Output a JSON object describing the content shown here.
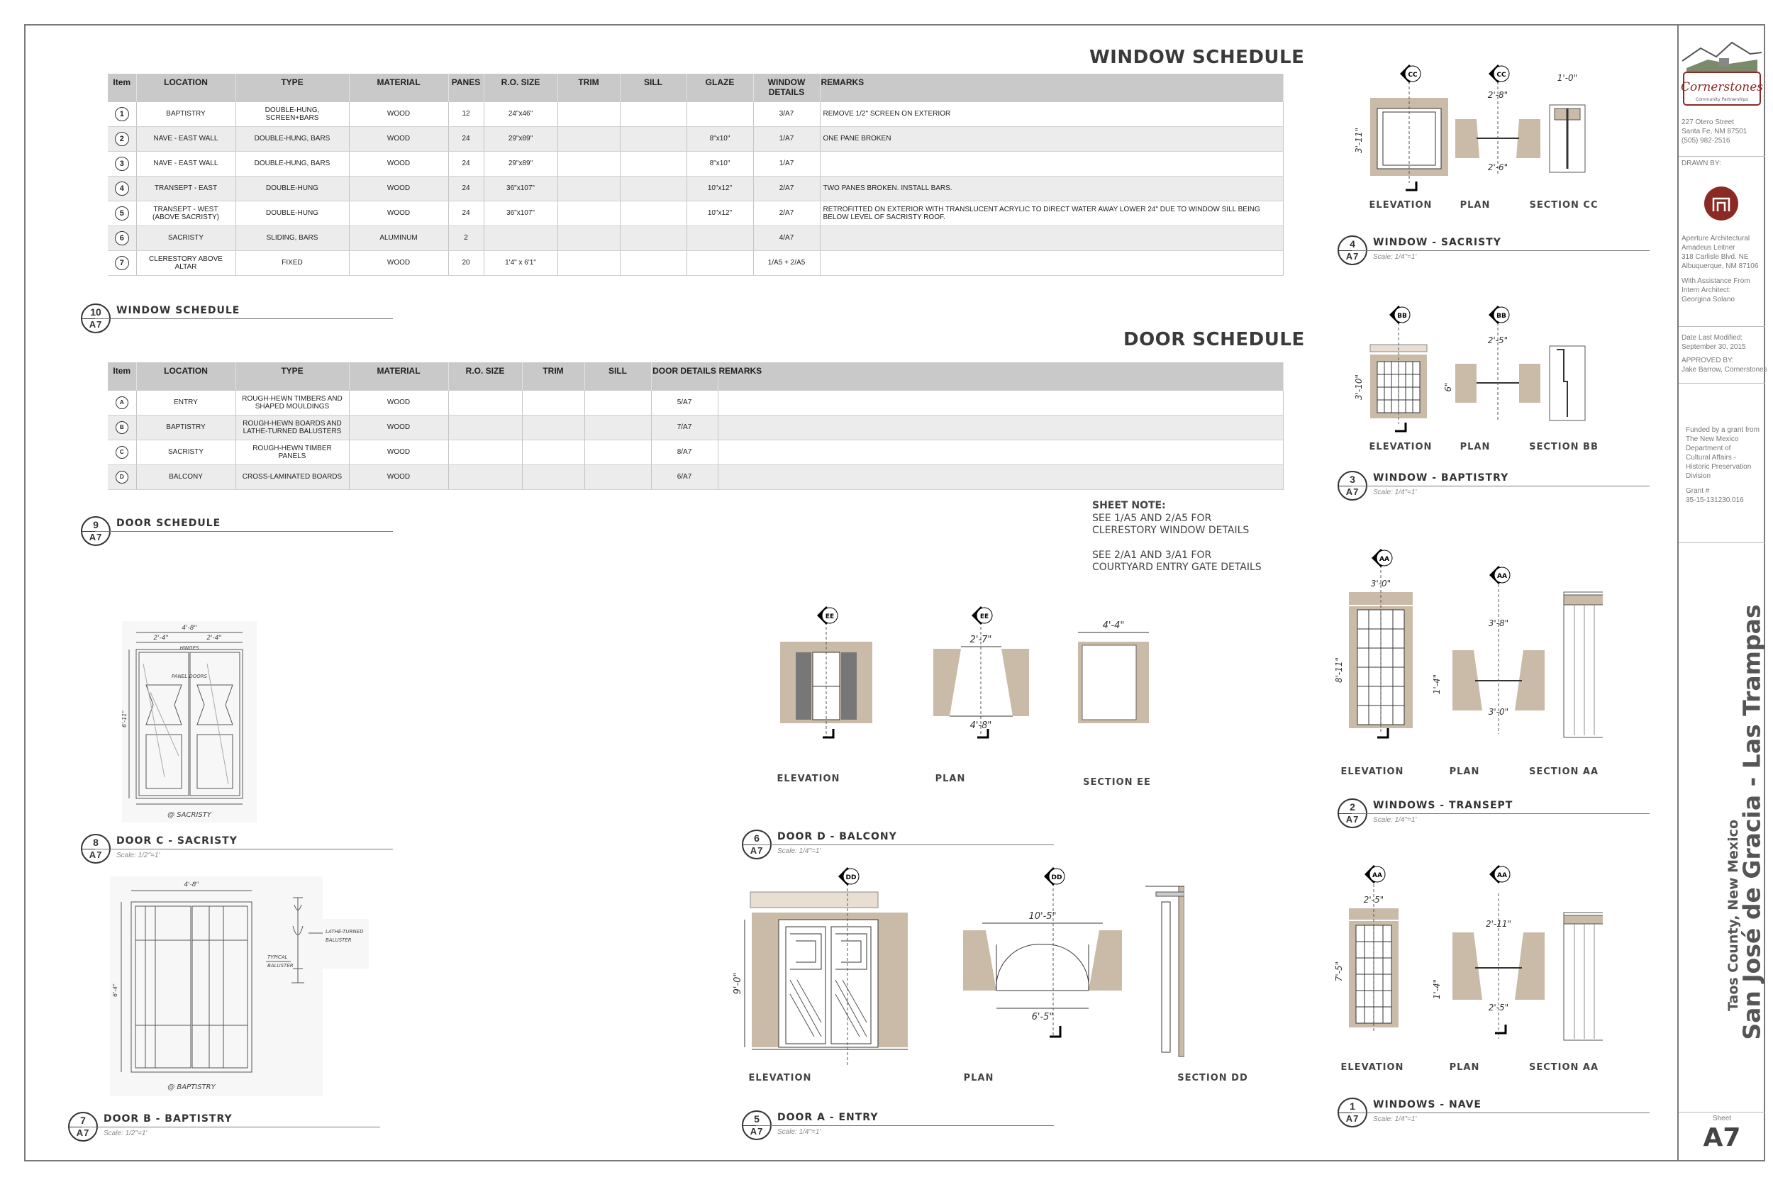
{
  "window_schedule": {
    "title": "WINDOW SCHEDULE",
    "headers": [
      "Item",
      "LOCATION",
      "TYPE",
      "MATERIAL",
      "PANES",
      "R.O. SIZE",
      "TRIM",
      "SILL",
      "GLAZE",
      "WINDOW DETAILS",
      "REMARKS"
    ],
    "rows": [
      {
        "item": "1",
        "location": "BAPTISTRY",
        "type": "DOUBLE-HUNG, SCREEN+BARS",
        "material": "WOOD",
        "panes": "12",
        "ro": "24\"x46\"",
        "trim": "",
        "sill": "",
        "glaze": "",
        "details": "3/A7",
        "remarks": "REMOVE 1/2\" SCREEN ON EXTERIOR"
      },
      {
        "item": "2",
        "location": "NAVE - EAST WALL",
        "type": "DOUBLE-HUNG, BARS",
        "material": "WOOD",
        "panes": "24",
        "ro": "29\"x89\"",
        "trim": "",
        "sill": "",
        "glaze": "8\"x10\"",
        "details": "1/A7",
        "remarks": "ONE PANE BROKEN"
      },
      {
        "item": "3",
        "location": "NAVE - EAST WALL",
        "type": "DOUBLE-HUNG, BARS",
        "material": "WOOD",
        "panes": "24",
        "ro": "29\"x89\"",
        "trim": "",
        "sill": "",
        "glaze": "8\"x10\"",
        "details": "1/A7",
        "remarks": ""
      },
      {
        "item": "4",
        "location": "TRANSEPT - EAST",
        "type": "DOUBLE-HUNG",
        "material": "WOOD",
        "panes": "24",
        "ro": "36\"x107\"",
        "trim": "",
        "sill": "",
        "glaze": "10\"x12\"",
        "details": "2/A7",
        "remarks": "TWO PANES BROKEN. INSTALL BARS."
      },
      {
        "item": "5",
        "location": "TRANSEPT - WEST (ABOVE SACRISTY)",
        "type": "DOUBLE-HUNG",
        "material": "WOOD",
        "panes": "24",
        "ro": "36\"x107\"",
        "trim": "",
        "sill": "",
        "glaze": "10\"x12\"",
        "details": "2/A7",
        "remarks": "RETROFITTED ON EXTERIOR WITH TRANSLUCENT ACRYLIC TO DIRECT WATER AWAY LOWER 24\" DUE TO WINDOW SILL BEING BELOW LEVEL OF SACRISTY ROOF."
      },
      {
        "item": "6",
        "location": "SACRISTY",
        "type": "SLIDING, BARS",
        "material": "ALUMINUM",
        "panes": "2",
        "ro": "",
        "trim": "",
        "sill": "",
        "glaze": "",
        "details": "4/A7",
        "remarks": ""
      },
      {
        "item": "7",
        "location": "CLERESTORY ABOVE ALTAR",
        "type": "FIXED",
        "material": "WOOD",
        "panes": "20",
        "ro": "1'4\" x 6'1\"",
        "trim": "",
        "sill": "",
        "glaze": "",
        "details": "1/A5 + 2/A5",
        "remarks": ""
      }
    ]
  },
  "door_schedule": {
    "title": "DOOR SCHEDULE",
    "headers": [
      "Item",
      "LOCATION",
      "TYPE",
      "MATERIAL",
      "R.O. SIZE",
      "TRIM",
      "SILL",
      "DOOR DETAILS",
      "REMARKS"
    ],
    "rows": [
      {
        "item": "A",
        "location": "ENTRY",
        "type": "ROUGH-HEWN TIMBERS AND SHAPED MOULDINGS",
        "material": "WOOD",
        "ro": "",
        "trim": "",
        "sill": "",
        "details": "5/A7",
        "remarks": ""
      },
      {
        "item": "B",
        "location": "BAPTISTRY",
        "type": "ROUGH-HEWN BOARDS AND LATHE-TURNED BALUSTERS",
        "material": "WOOD",
        "ro": "",
        "trim": "",
        "sill": "",
        "details": "7/A7",
        "remarks": ""
      },
      {
        "item": "C",
        "location": "SACRISTY",
        "type": "ROUGH-HEWN TIMBER PANELS",
        "material": "WOOD",
        "ro": "",
        "trim": "",
        "sill": "",
        "details": "8/A7",
        "remarks": ""
      },
      {
        "item": "D",
        "location": "BALCONY",
        "type": "CROSS-LAMINATED BOARDS",
        "material": "WOOD",
        "ro": "",
        "trim": "",
        "sill": "",
        "details": "6/A7",
        "remarks": ""
      }
    ]
  },
  "tags": {
    "t10": {
      "num": "10",
      "sheet": "A7",
      "title": "WINDOW SCHEDULE",
      "scale": ""
    },
    "t9": {
      "num": "9",
      "sheet": "A7",
      "title": "DOOR SCHEDULE",
      "scale": ""
    },
    "t8": {
      "num": "8",
      "sheet": "A7",
      "title": "DOOR C - SACRISTY",
      "scale": "Scale: 1/2\"=1'"
    },
    "t7": {
      "num": "7",
      "sheet": "A7",
      "title": "DOOR B - BAPTISTRY",
      "scale": "Scale: 1/2\"=1'"
    },
    "t6": {
      "num": "6",
      "sheet": "A7",
      "title": "DOOR D - BALCONY",
      "scale": "Scale: 1/4\"=1'"
    },
    "t5": {
      "num": "5",
      "sheet": "A7",
      "title": "DOOR A - ENTRY",
      "scale": "Scale: 1/4\"=1'"
    },
    "t4": {
      "num": "4",
      "sheet": "A7",
      "title": "WINDOW - SACRISTY",
      "scale": "Scale: 1/4\"=1'"
    },
    "t3": {
      "num": "3",
      "sheet": "A7",
      "title": "WINDOW - BAPTISTRY",
      "scale": "Scale: 1/4\"=1'"
    },
    "t2": {
      "num": "2",
      "sheet": "A7",
      "title": "WINDOWS - TRANSEPT",
      "scale": "Scale: 1/4\"=1'"
    },
    "t1": {
      "num": "1",
      "sheet": "A7",
      "title": "WINDOWS - NAVE",
      "scale": "Scale: 1/4\"=1'"
    }
  },
  "sheet_note": {
    "heading": "SHEET NOTE:",
    "line1": "SEE 1/A5 AND 2/A5 FOR",
    "line2": "CLERESTORY WINDOW DETAILS",
    "line3": "SEE 2/A1 AND 3/A1 FOR",
    "line4": "COURTYARD ENTRY GATE DETAILS"
  },
  "views": {
    "elevation": "ELEVATION",
    "plan": "PLAN",
    "section_cc": "SECTION CC",
    "section_bb": "SECTION BB",
    "section_aa": "SECTION AA",
    "section_ee": "SECTION EE",
    "section_dd": "SECTION DD"
  },
  "markers": {
    "cc": "CC",
    "bb": "BB",
    "aa": "AA",
    "ee": "EE",
    "dd": "DD"
  },
  "dims": {
    "w4_h": "3'-11\"",
    "w4_top": "2'-8\"",
    "w4_bot": "2'-6\"",
    "w4_sec": "1'-0\"",
    "w3_h": "3'-10\"",
    "w3_top": "2'-5\"",
    "w3_side": "6\"",
    "w2_w": "3'-0\"",
    "w2_h": "8'-11\"",
    "w2_top": "3'-8\"",
    "w2_side": "1'-4\"",
    "w2_bot": "3'-0\"",
    "w1_w": "2'-5\"",
    "w1_h": "7'-5\"",
    "w1_top": "2'-11\"",
    "w1_side": "1'-4\"",
    "w1_bot": "2'-5\"",
    "d6_top": "2'-7\"",
    "d6_bot": "4'-8\"",
    "d6_sec": "4'-4\"",
    "d5_h": "9'-0\"",
    "d5_top": "10'-5\"",
    "d5_bot": "6'-5\""
  },
  "sketch_text": {
    "s8_top": "4'-8\"",
    "s8_l": "2'-4\"",
    "s8_r": "2'-4\"",
    "s8_h": "6'-11\"",
    "s8_hinge": "HINGES",
    "s8_panel": "PANEL DOORS",
    "s8_caption": "@ SACRISTY",
    "s7_top": "4'-8\"",
    "s7_h": "6'-4\"",
    "s7_note1": "LATHE-TURNED",
    "s7_note2": "BALUSTER",
    "s7_note3": "TYPICAL",
    "s7_note4": "BALUSTER",
    "s7_caption": "@ BAPTISTRY"
  },
  "titleblock": {
    "logo": "Cornerstones",
    "logo_sub": "Community Partnerships",
    "addr1": "227 Otero Street",
    "addr2": "Santa Fe, NM 87501",
    "addr3": "(505) 982-2516",
    "drawn_by": "DRAWN BY:",
    "firm1": "Aperture Architectural",
    "firm2": "Amadeus Leitner",
    "firm3": "318 Carlisle Blvd. NE",
    "firm4": "Albuquerque, NM 87106",
    "assist1": "With Assistance From",
    "assist2": "Intern Architect:",
    "assist3": "Georgina Solano",
    "date1": "Date Last Modified:",
    "date2": "September 30, 2015",
    "approved1": "APPROVED BY:",
    "approved2": "Jake Barrow, Cornerstones",
    "fund1": "Funded by a grant from",
    "fund2": "The New Mexico",
    "fund3": "Department of",
    "fund4": "Cultural Affairs -",
    "fund5": "Historic Preservation",
    "fund6": "Division",
    "grant1": "Grant #",
    "grant2": "35-15-131230.016",
    "project": "San José de Gracia - Las Trampas",
    "county": "Taos County, New Mexico",
    "sheet_label": "Sheet",
    "sheet_num": "A7"
  },
  "colors": {
    "wall": "#c9bba7",
    "table_header": "#c9c9c9",
    "logo": "#8b2a24"
  }
}
